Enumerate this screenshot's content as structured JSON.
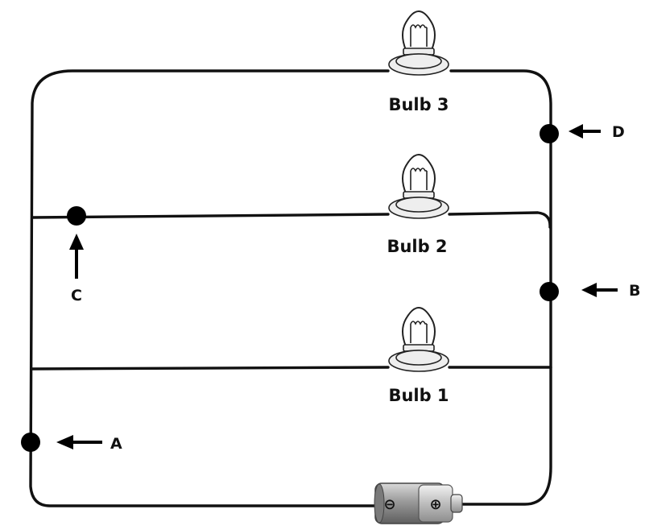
{
  "colors": {
    "wire": "#111111",
    "node": "#000000",
    "battery_body": "#8a8a8a",
    "battery_cap": "#c9c9c9"
  },
  "bulbs": {
    "bulb3": {
      "label": "Bulb 3",
      "icon": "light-bulb-icon"
    },
    "bulb2": {
      "label": "Bulb 2",
      "icon": "light-bulb-icon"
    },
    "bulb1": {
      "label": "Bulb 1",
      "icon": "light-bulb-icon"
    }
  },
  "points": {
    "A": {
      "label": "A"
    },
    "B": {
      "label": "B"
    },
    "C": {
      "label": "C"
    },
    "D": {
      "label": "D"
    }
  },
  "battery": {
    "negative_symbol": "⊖",
    "positive_symbol": "⊕",
    "icon": "battery-icon"
  }
}
